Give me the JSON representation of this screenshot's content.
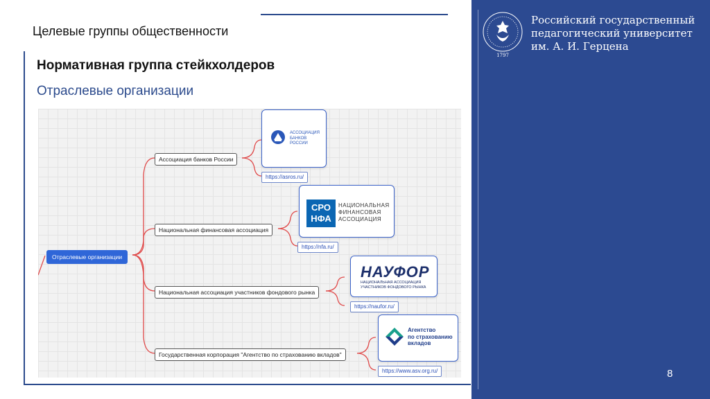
{
  "header": {
    "section_title": "Целевые группы общественности"
  },
  "slide": {
    "heading": "Нормативная группа стейкхолдеров",
    "subheading": "Отраслевые организации",
    "page_number": "8"
  },
  "university": {
    "line1": "Российский государственный",
    "line2": "педагогический университет",
    "line3": "им. А. И. Герцена",
    "emblem_year": "1797"
  },
  "mindmap": {
    "root": "Отраслевые организации",
    "branches": [
      {
        "label": "Ассоциация банков России",
        "url": "https://asros.ru/",
        "logo_text": [
          "АССОЦИАЦИЯ",
          "БАНКОВ",
          "РОССИИ"
        ]
      },
      {
        "label": "Национальная финансовая ассоциация",
        "url": "https://nfa.ru/",
        "logo_mark": [
          "СРО",
          "НФА"
        ],
        "logo_text": [
          "НАЦИОНАЛЬНАЯ",
          "ФИНАНСОВАЯ",
          "АССОЦИАЦИЯ"
        ]
      },
      {
        "label": "Национальная ассоциация участников фондового рынка",
        "url": "https://naufor.ru/",
        "logo_mark": "НАУФОР",
        "logo_text": [
          "НАЦИОНАЛЬНАЯ АССОЦИАЦИЯ",
          "УЧАСТНИКОВ ФОНДОВОГО РЫНКА"
        ]
      },
      {
        "label": "Государственная корпорация \"Агентство по страхованию вкладов\"",
        "url": "https://www.asv.org.ru/",
        "logo_text": [
          "Агентство",
          "по страхованию",
          "вкладов"
        ]
      }
    ]
  },
  "colors": {
    "brand_blue": "#2c4a91",
    "root_node": "#2f66d8",
    "connector_red": "#e04a4a"
  }
}
